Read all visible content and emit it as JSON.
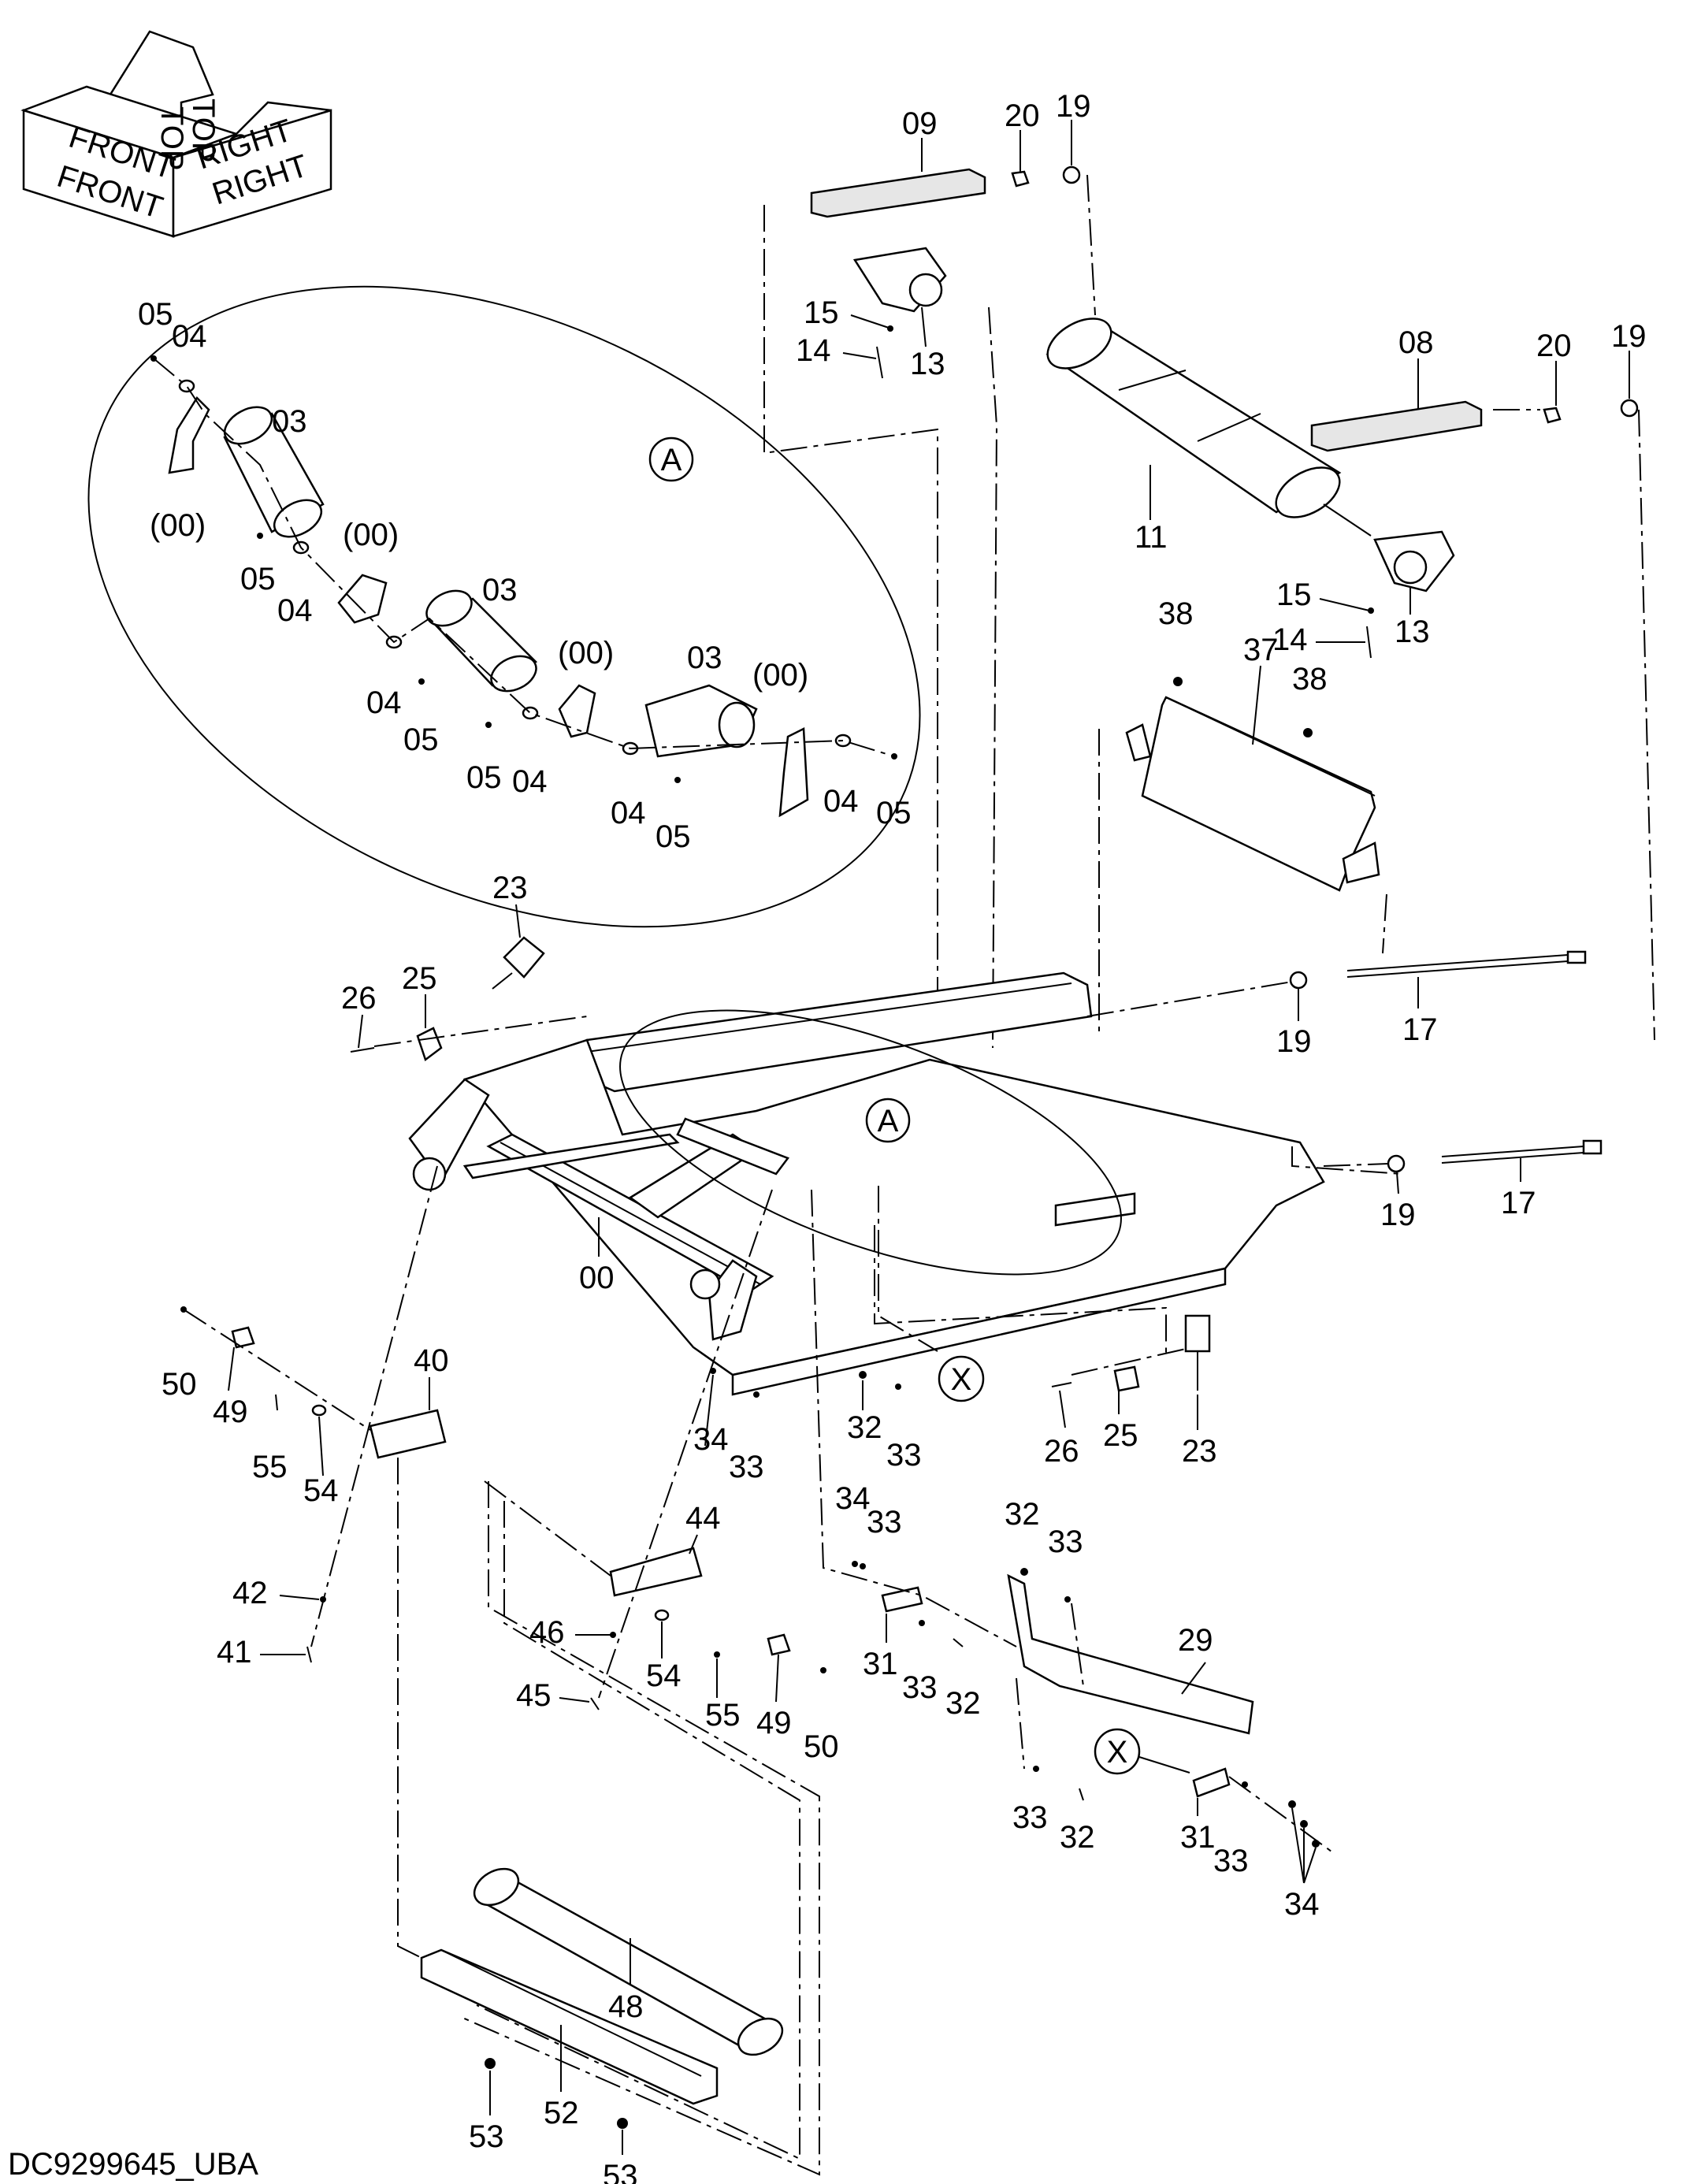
{
  "drawing_id": "DC9299645_UBA",
  "orientation": {
    "front": "FRONT",
    "top": "TOP",
    "right": "RIGHT"
  },
  "callouts": {
    "detail_a": "A",
    "detail_x": "X"
  },
  "parts": {
    "p00": "00",
    "p00_paren": "(00)",
    "p03": "03",
    "p04": "04",
    "p05": "05",
    "p08": "08",
    "p09": "09",
    "p11": "11",
    "p13": "13",
    "p14": "14",
    "p15": "15",
    "p17": "17",
    "p19": "19",
    "p20": "20",
    "p23": "23",
    "p25": "25",
    "p26": "26",
    "p29": "29",
    "p31": "31",
    "p32": "32",
    "p33": "33",
    "p34": "34",
    "p37": "37",
    "p38": "38",
    "p40": "40",
    "p41": "41",
    "p42": "42",
    "p44": "44",
    "p45": "45",
    "p46": "46",
    "p48": "48",
    "p49": "49",
    "p50": "50",
    "p52": "52",
    "p53": "53",
    "p54": "54",
    "p55": "55"
  }
}
